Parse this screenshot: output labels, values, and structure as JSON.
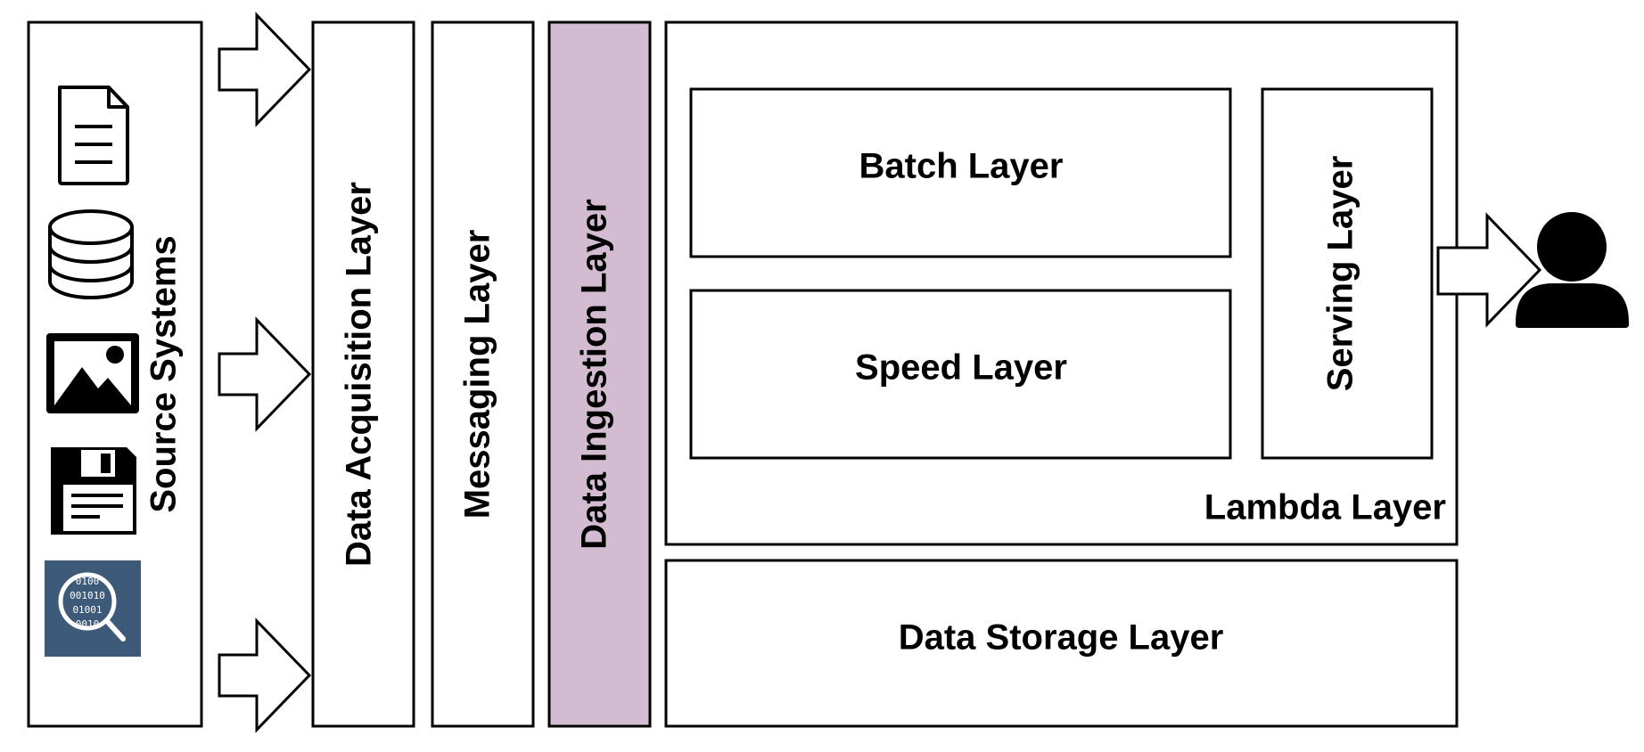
{
  "colors": {
    "stroke": "#000000",
    "background": "#ffffff",
    "ingestion_fill": "#d3bcd2",
    "search_tile": "#3d5a78"
  },
  "labels": {
    "source_systems": "Source Systems",
    "data_acquisition": "Data Acquisition Layer",
    "messaging": "Messaging Layer",
    "data_ingestion": "Data Ingestion Layer",
    "batch": "Batch Layer",
    "speed": "Speed Layer",
    "serving": "Serving Layer",
    "lambda": "Lambda Layer",
    "data_storage": "Data Storage Layer"
  },
  "icons": [
    "document-icon",
    "database-icon",
    "image-icon",
    "floppy-disk-icon",
    "data-search-icon",
    "user-icon"
  ],
  "binary_text": [
    "0100",
    "001010",
    "01001",
    "0010"
  ]
}
